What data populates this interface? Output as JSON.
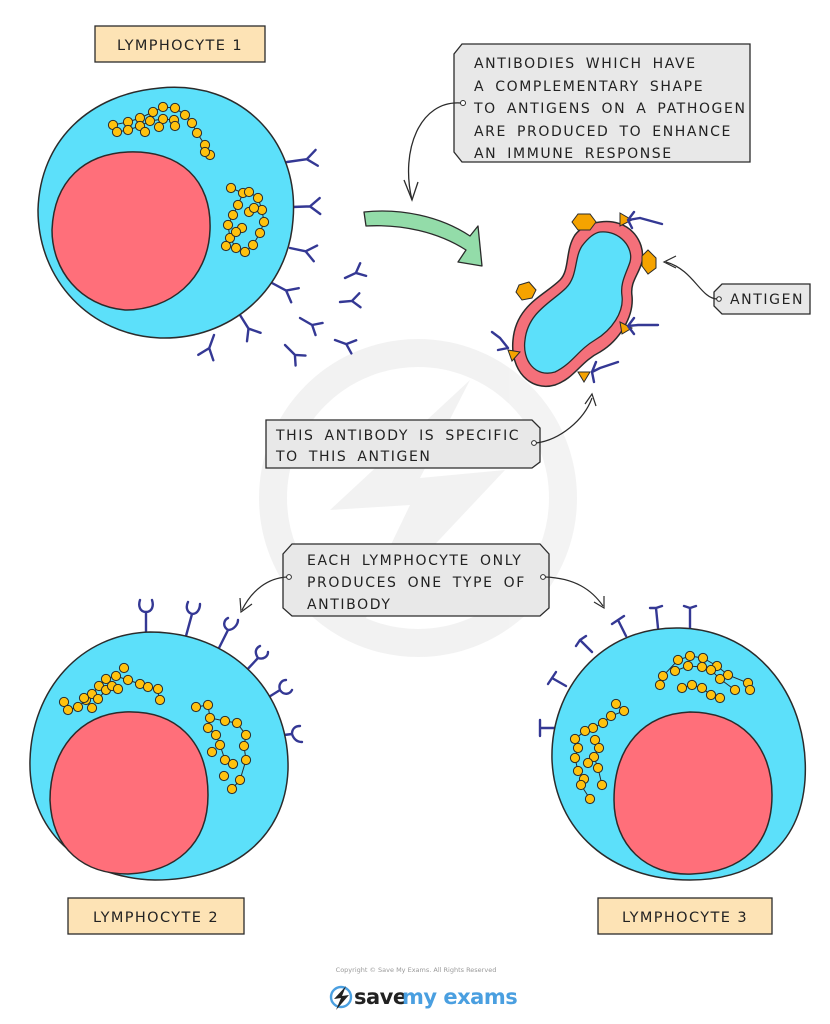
{
  "diagram": {
    "title": "Lymphocytes and antibody specificity",
    "labels": {
      "lymphocyte_1": "LYMPHOCYTE 1",
      "lymphocyte_2": "LYMPHOCYTE 2",
      "lymphocyte_3": "LYMPHOCYTE 3",
      "antigen": "ANTIGEN"
    },
    "notes": {
      "antibodies_produced": [
        "ANTIBODIES WHICH HAVE",
        "A COMPLEMENTARY SHAPE",
        "TO ANTIGENS ON A PATHOGEN",
        "ARE PRODUCED TO ENHANCE",
        "AN IMMUNE RESPONSE"
      ],
      "specificity": [
        "THIS ANTIBODY IS SPECIFIC",
        "TO THIS ANTIGEN"
      ],
      "one_type": [
        "EACH LYMPHOCYTE ONLY",
        "PRODUCES ONE TYPE OF",
        "ANTIBODY"
      ]
    },
    "colors": {
      "cytoplasm": "#5ce0fa",
      "nucleus": "#ff6f7a",
      "ribosome": "#ffc20e",
      "antibody": "#343894",
      "antigen": "#f5a300",
      "pathogen_membrane": "#f4707a",
      "arrow_fill": "#93dca9",
      "label_fill": "#fde3b5",
      "note_fill": "#e8e8e8",
      "outline": "#2b2b2b"
    }
  },
  "footer": {
    "copyright": "Copyright © Save My Exams. All Rights Reserved",
    "logo_word_1": "save",
    "logo_word_2": "my exams"
  }
}
